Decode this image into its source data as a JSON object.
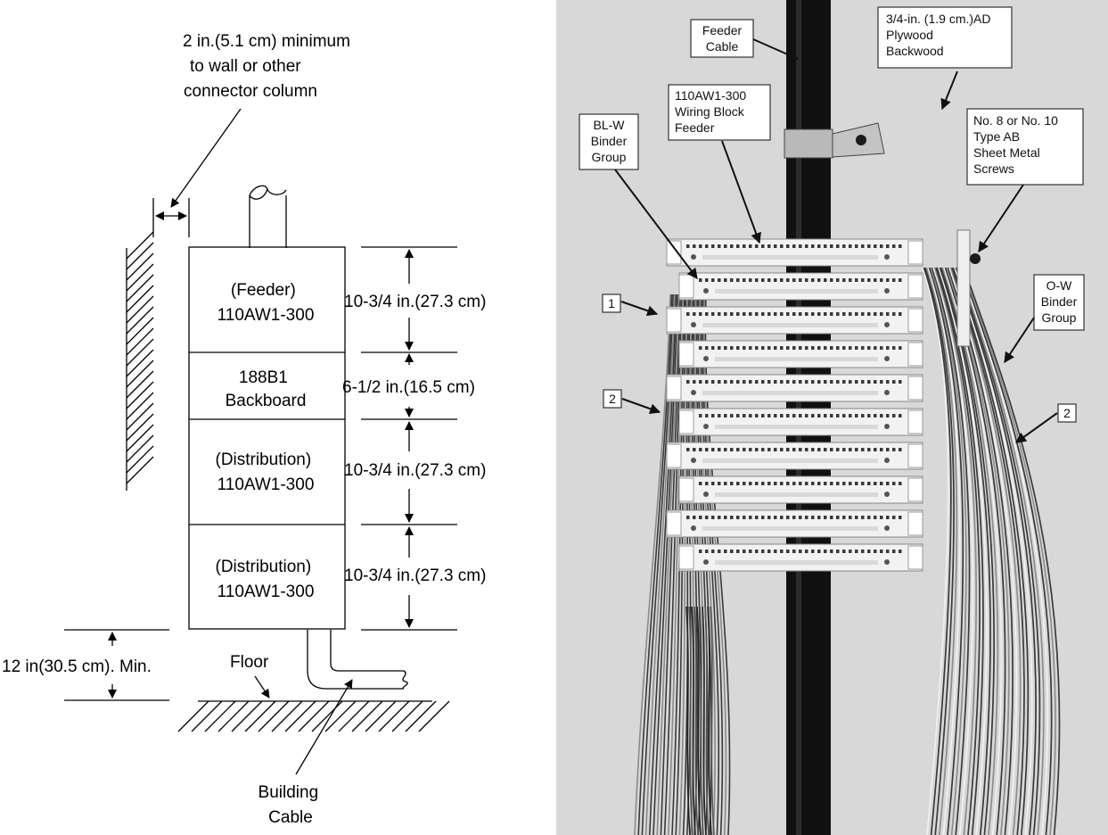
{
  "diagram": {
    "clearance_note": [
      "2 in.(5.1 cm) minimum",
      "to wall or other",
      "connector column"
    ],
    "blocks": {
      "feeder": [
        "(Feeder)",
        "110AW1-300"
      ],
      "backboard": [
        "188B1",
        "Backboard"
      ],
      "distribution_1": [
        "(Distribution)",
        "110AW1-300"
      ],
      "distribution_2": [
        "(Distribution)",
        "110AW1-300"
      ]
    },
    "dimensions": {
      "feeder": "10-3/4 in.(27.3 cm)",
      "backboard": "6-1/2 in.(16.5 cm)",
      "distribution_1": "10-3/4 in.(27.3 cm)",
      "distribution_2": "10-3/4 in.(27.3 cm)"
    },
    "floor_clearance": "12 in(30.5 cm). Min.",
    "floor_label": "Floor",
    "building_cable": [
      "Building",
      "Cable"
    ]
  },
  "photo": {
    "callouts": {
      "feeder_cable": [
        "Feeder",
        "Cable"
      ],
      "plywood": [
        "3/4-in. (1.9 cm.)AD",
        "Plywood",
        "Backwood"
      ],
      "wiring_block": [
        "110AW1-300",
        "Wiring Block",
        "Feeder"
      ],
      "blw_binder": [
        "BL-W",
        "Binder",
        "Group"
      ],
      "screws": [
        "No. 8 or No. 10",
        "Type AB",
        "Sheet Metal",
        "Screws"
      ],
      "ow_binder": [
        "O-W",
        "Binder",
        "Group"
      ],
      "marker_1": "1",
      "marker_2_left": "2",
      "marker_2_right": "2"
    },
    "colors": {
      "wall": "#d6d6d6",
      "cable": "#0f0f0f",
      "block": "#f2f2f2",
      "wire": "#3a3a3a"
    }
  }
}
